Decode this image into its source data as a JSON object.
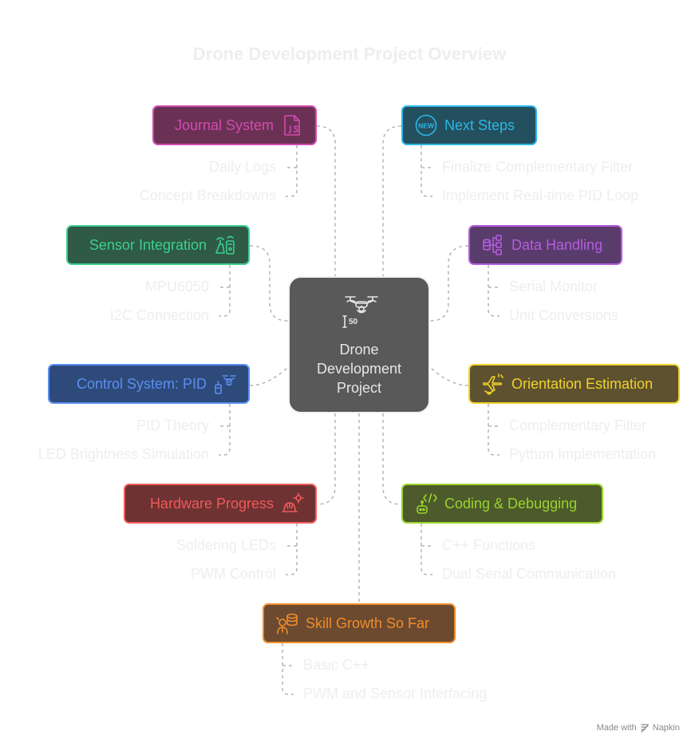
{
  "title": "Drone Development Project Overview",
  "center": {
    "label": "Drone\nDevelopment\nProject",
    "icon": "drone-icon"
  },
  "nodes": [
    {
      "id": "journal-system",
      "label": "Journal System",
      "side": "left",
      "icon": "js-file-icon",
      "color": "#d14bb0",
      "fill": "#6b3155",
      "items": [
        "Daily Logs",
        "Concept Breakdowns"
      ]
    },
    {
      "id": "sensor-integration",
      "label": "Sensor Integration",
      "side": "left",
      "icon": "sensor-device-icon",
      "color": "#3ccf8e",
      "fill": "#2f5a45",
      "items": [
        "MPU6050",
        "I2C Connection"
      ]
    },
    {
      "id": "control-system",
      "label": "Control System: PID",
      "side": "left",
      "icon": "drone-remote-icon",
      "color": "#5a8fef",
      "fill": "#2e4a7a",
      "items": [
        "PID Theory",
        "LED Brightness Simulation"
      ]
    },
    {
      "id": "hardware-progress",
      "label": "Hardware Progress",
      "side": "left",
      "icon": "hardhat-gear-icon",
      "color": "#ef5a5a",
      "fill": "#6e3232",
      "items": [
        "Soldering LEDs",
        "PWM Control"
      ]
    },
    {
      "id": "next-steps",
      "label": "Next Steps",
      "side": "right",
      "icon": "new-badge-icon",
      "color": "#2bb8e6",
      "fill": "#244f5e",
      "items": [
        "Finalize Complementary Filter",
        "Implement Real-time PID Loop"
      ]
    },
    {
      "id": "data-handling",
      "label": "Data Handling",
      "side": "right",
      "icon": "data-flow-icon",
      "color": "#b45ce0",
      "fill": "#593c6b",
      "items": [
        "Serial Monitor",
        "Unit Conversions"
      ]
    },
    {
      "id": "orientation-estimation",
      "label": "Orientation Estimation",
      "side": "right",
      "icon": "airplane-signal-icon",
      "color": "#f0d22b",
      "fill": "#5d5130",
      "items": [
        "Complementary Filter",
        "Python Implementation"
      ]
    },
    {
      "id": "coding-debugging",
      "label": "Coding & Debugging",
      "side": "right",
      "icon": "code-robot-icon",
      "color": "#9ad32b",
      "fill": "#4c5a2c",
      "items": [
        "C++ Functions",
        "Dual Serial Communication"
      ]
    },
    {
      "id": "skill-growth",
      "label": "Skill Growth So Far",
      "side": "bottom",
      "icon": "person-database-icon",
      "color": "#f08c2b",
      "fill": "#6b4a30",
      "items": [
        "Basic C++",
        "PWM and Sensor Interfacing"
      ]
    }
  ],
  "credit": {
    "made_with": "Made with",
    "brand": "Napkin",
    "icon": "napkin-logo-icon"
  }
}
